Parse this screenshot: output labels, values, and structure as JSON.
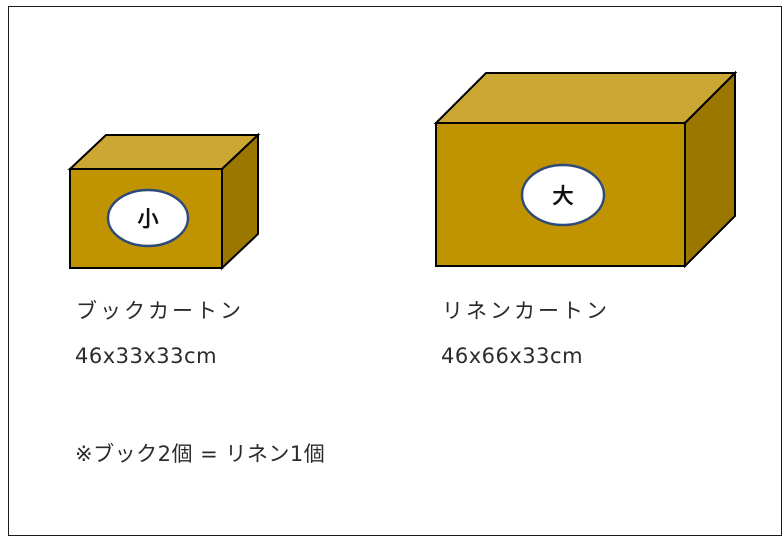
{
  "boxes": {
    "small": {
      "badge": "小",
      "name": "ブックカートン",
      "size": "46x33x33cm"
    },
    "large": {
      "badge": "大",
      "name": "リネンカートン",
      "size": "46x66x33cm"
    }
  },
  "note": "※ブック2個 = リネン1個",
  "colors": {
    "front": "#c09400",
    "top": "#cda733",
    "side": "#9c7700",
    "outline": "#000000",
    "badge_fill": "#ffffff",
    "badge_stroke": "#2e4a7a"
  }
}
